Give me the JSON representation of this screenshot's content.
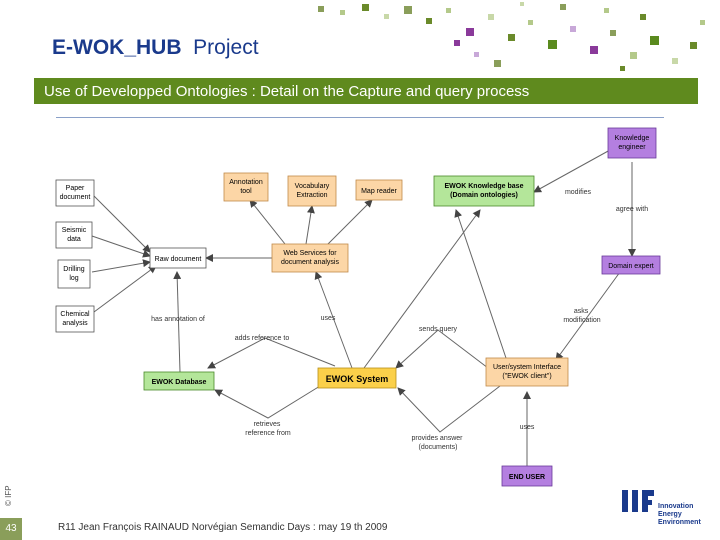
{
  "header": {
    "title_bold": "E-WOK_HUB",
    "title_rest": "Project",
    "subtitle": "Use of Developped Ontologies : Detail on the Capture and query process"
  },
  "colors": {
    "brand_green": "#5f8a1e",
    "title_blue": "#1a3a8c",
    "node_peach": "#fcd6a6",
    "node_yellow": "#fbd04a",
    "node_purple": "#b47fe0",
    "node_green": "#b4e69a",
    "node_white": "#ffffff"
  },
  "diagram": {
    "nodes": {
      "paper": [
        "Paper",
        "document"
      ],
      "seismic": [
        "Seismic",
        "data"
      ],
      "drilling": [
        "Drilling",
        "log"
      ],
      "chemical": [
        "Chemical",
        "analysis"
      ],
      "annotation": [
        "Annotation",
        "tool"
      ],
      "vocab": [
        "Vocabulary",
        "Extraction"
      ],
      "mapreader": [
        "Map reader"
      ],
      "kb": [
        "EWOK Knowledge base",
        "(Domain ontologies)"
      ],
      "rawdoc": [
        "Raw document"
      ],
      "webservices": [
        "Web Services for",
        "document analysis"
      ],
      "knowledge": [
        "Knowledge",
        "engineer"
      ],
      "domain": [
        "Domain expert"
      ],
      "ewokdb": [
        "EWOK Database"
      ],
      "ewoksys": [
        "EWOK System"
      ],
      "ui": [
        "User/system Interface",
        "(\"EWOK client\")"
      ],
      "enduser": [
        "END USER"
      ]
    },
    "edge_labels": {
      "modifies": [
        "modifies"
      ],
      "agree": [
        "agree with"
      ],
      "asks": [
        "asks",
        "modification"
      ],
      "has_annotation": [
        "has annotation of"
      ],
      "uses1": [
        "uses"
      ],
      "adds_ref": [
        "adds reference to"
      ],
      "sends_query": [
        "sends query"
      ],
      "retrieves": [
        "retrieves",
        "reference from"
      ],
      "uses2": [
        "uses"
      ],
      "provides": [
        "provides answer",
        "(documents)"
      ]
    }
  },
  "footer": {
    "page_number": "43",
    "text": "R11 Jean François RAINAUD Norvégian Semandic Days : may 19 th 2009",
    "copyright": "© IFP"
  },
  "logo": {
    "lines": [
      "Innovation",
      "Energy",
      "Environment"
    ]
  }
}
